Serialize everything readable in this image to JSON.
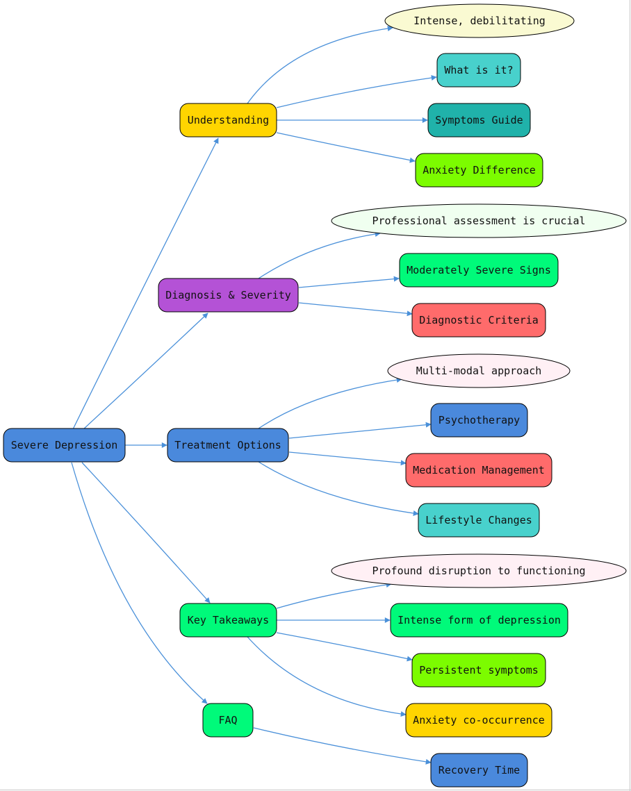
{
  "nodes": {
    "root": {
      "label": "Severe Depression",
      "fill": "#4a89dc"
    },
    "understanding": {
      "label": "Understanding",
      "fill": "#ffd500"
    },
    "intense_debilitating": {
      "label": "Intense, debilitating",
      "fill": "#fafad2"
    },
    "what_is_it": {
      "label": "What is it?",
      "fill": "#48d1cc"
    },
    "symptoms_guide": {
      "label": "Symptoms Guide",
      "fill": "#20b2aa"
    },
    "anxiety_difference": {
      "label": "Anxiety Difference",
      "fill": "#7cfc00"
    },
    "diagnosis": {
      "label": "Diagnosis & Severity",
      "fill": "#b452d6"
    },
    "professional": {
      "label": "Professional assessment is crucial",
      "fill": "#f0fff0"
    },
    "moderately_severe": {
      "label": "Moderately Severe Signs",
      "fill": "#00fa7a"
    },
    "diagnostic_criteria": {
      "label": "Diagnostic Criteria",
      "fill": "#ff6b6b"
    },
    "treatment": {
      "label": "Treatment Options",
      "fill": "#4a89dc"
    },
    "multimodal": {
      "label": "Multi-modal approach",
      "fill": "#fff0f5"
    },
    "psychotherapy": {
      "label": "Psychotherapy",
      "fill": "#4a89dc"
    },
    "medication": {
      "label": "Medication Management",
      "fill": "#ff6b6b"
    },
    "lifestyle": {
      "label": "Lifestyle Changes",
      "fill": "#48d1cc"
    },
    "takeaways": {
      "label": "Key Takeaways",
      "fill": "#00fa7a"
    },
    "profound": {
      "label": "Profound disruption to functioning",
      "fill": "#fff0f5"
    },
    "intense_form": {
      "label": "Intense form of depression",
      "fill": "#00fa7a"
    },
    "persistent": {
      "label": "Persistent symptoms",
      "fill": "#7cfc00"
    },
    "anxiety_cooccur": {
      "label": "Anxiety co-occurrence",
      "fill": "#ffd500"
    },
    "faq": {
      "label": "FAQ",
      "fill": "#00fa7a"
    },
    "recovery": {
      "label": "Recovery Time",
      "fill": "#4a89dc"
    }
  },
  "edges": [
    [
      "root",
      "understanding"
    ],
    [
      "root",
      "diagnosis"
    ],
    [
      "root",
      "treatment"
    ],
    [
      "root",
      "takeaways"
    ],
    [
      "root",
      "faq"
    ],
    [
      "understanding",
      "intense_debilitating"
    ],
    [
      "understanding",
      "what_is_it"
    ],
    [
      "understanding",
      "symptoms_guide"
    ],
    [
      "understanding",
      "anxiety_difference"
    ],
    [
      "diagnosis",
      "professional"
    ],
    [
      "diagnosis",
      "moderately_severe"
    ],
    [
      "diagnosis",
      "diagnostic_criteria"
    ],
    [
      "treatment",
      "multimodal"
    ],
    [
      "treatment",
      "psychotherapy"
    ],
    [
      "treatment",
      "medication"
    ],
    [
      "treatment",
      "lifestyle"
    ],
    [
      "takeaways",
      "profound"
    ],
    [
      "takeaways",
      "intense_form"
    ],
    [
      "takeaways",
      "persistent"
    ],
    [
      "takeaways",
      "anxiety_cooccur"
    ],
    [
      "faq",
      "recovery"
    ]
  ],
  "colors": {
    "edge": "#4a90d9",
    "border": "#000000"
  }
}
